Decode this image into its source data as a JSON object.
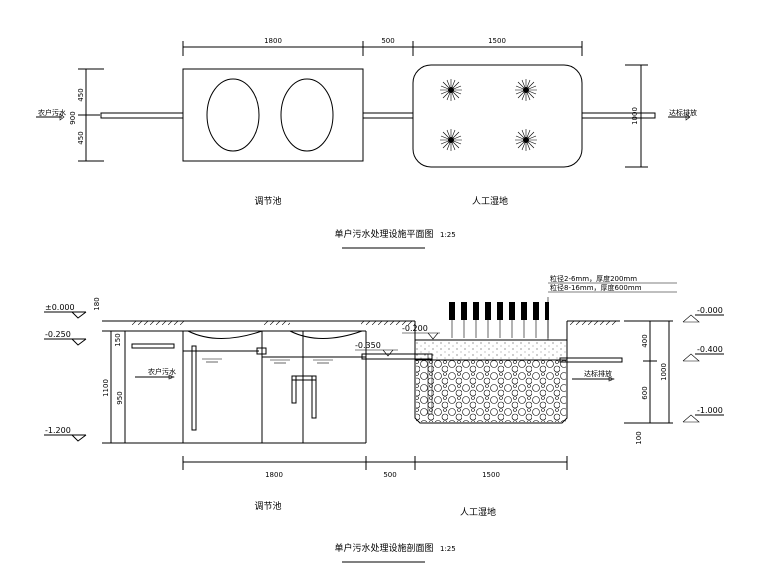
{
  "plan": {
    "dims_top": [
      "1800",
      "500",
      "1500"
    ],
    "dims_left": [
      "450",
      "450",
      "900"
    ],
    "dim_right": "1000",
    "inlet_label": "农户污水",
    "outlet_label": "达标排放",
    "tank_label": "调节池",
    "wetland_label": "人工湿地",
    "title": "单户污水处理设施平面图",
    "scale": "1:25"
  },
  "section": {
    "levels_left": [
      "±0.000",
      "-0.250",
      "-1.200"
    ],
    "dims_left": [
      "180",
      "150",
      "950",
      "1100"
    ],
    "inlet_label": "农户污水",
    "water_level_1": "-0.350",
    "water_level_2": "-0.200",
    "layer_notes": [
      "粒径2-6mm，厚度200mm",
      "粒径8-16mm，厚度600mm"
    ],
    "outlet_label": "达标排放",
    "levels_right": [
      "-0.000",
      "-0.400",
      "-1.000"
    ],
    "dims_right": [
      "400",
      "600",
      "1000",
      "100"
    ],
    "dims_bottom": [
      "1800",
      "500",
      "1500"
    ],
    "tank_label": "调节池",
    "wetland_label": "人工湿地",
    "title": "单户污水处理设施剖面图",
    "scale": "1:25"
  }
}
